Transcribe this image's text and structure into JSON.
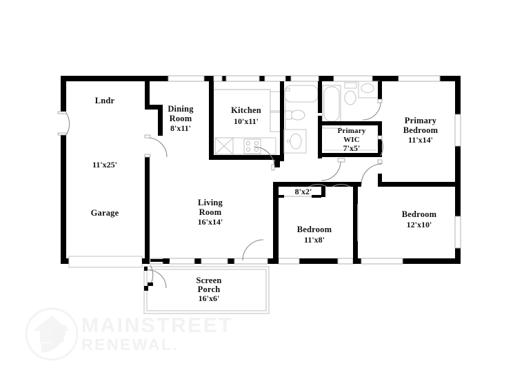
{
  "document": {
    "type": "floor-plan",
    "title": "Residential Floor Plan",
    "background_color": "#ffffff",
    "wall_color": "#000000",
    "fixture_line_color": "#b5b5b5",
    "label_color": "#111111"
  },
  "rooms": [
    {
      "id": "garage",
      "name": "Garage",
      "dimensions": "11'x25'",
      "secondary_label": "Lndr"
    },
    {
      "id": "dining-room",
      "name": "Dining Room",
      "dimensions": "8'x11'"
    },
    {
      "id": "kitchen",
      "name": "Kitchen",
      "dimensions": "10'x11'"
    },
    {
      "id": "primary-wic",
      "name": "Primary WIC",
      "dimensions": "7'x5'"
    },
    {
      "id": "primary-bedroom",
      "name": "Primary Bedroom",
      "dimensions": "11'x14'"
    },
    {
      "id": "living-room",
      "name": "Living Room",
      "dimensions": "16'x14'"
    },
    {
      "id": "bedroom-2",
      "name": "Bedroom",
      "dimensions": "11'x8'"
    },
    {
      "id": "bedroom-3",
      "name": "Bedroom",
      "dimensions": "12'x10'"
    },
    {
      "id": "hall-closet",
      "name": "",
      "dimensions": "8'x2'"
    },
    {
      "id": "screen-porch",
      "name": "Screen Porch",
      "dimensions": "16'x6'"
    }
  ],
  "labels": {
    "garage_name": "Garage",
    "garage_dim": "11'x25'",
    "laundry_name": "Lndr",
    "dining_line1": "Dining",
    "dining_line2": "Room",
    "dining_dim": "8'x11'",
    "kitchen_name": "Kitchen",
    "kitchen_dim": "10'x11'",
    "primary_wic_line1": "Primary",
    "primary_wic_line2": "WIC",
    "primary_wic_dim": "7'x5'",
    "primary_bed_line1": "Primary",
    "primary_bed_line2": "Bedroom",
    "primary_bed_dim": "11'x14'",
    "living_line1": "Living",
    "living_line2": "Room",
    "living_dim": "16'x14'",
    "bedroom2_name": "Bedroom",
    "bedroom2_dim": "11'x8'",
    "bedroom3_name": "Bedroom",
    "bedroom3_dim": "12'x10'",
    "closet_dim": "8'x2'",
    "porch_line1": "Screen",
    "porch_line2": "Porch",
    "porch_dim": "16'x6'"
  },
  "watermark": {
    "line1": "MAINSTREET",
    "line2": "RENEWAL.",
    "logo_name": "mainstreet-renewal-logo",
    "color": "#f2f2f2"
  },
  "fixtures": [
    {
      "name": "kitchen-sink",
      "room": "kitchen"
    },
    {
      "name": "kitchen-range",
      "room": "kitchen"
    },
    {
      "name": "kitchen-counter",
      "room": "kitchen"
    },
    {
      "name": "refrigerator",
      "room": "kitchen"
    },
    {
      "name": "bathtub",
      "room": "hall-bath"
    },
    {
      "name": "toilet",
      "room": "hall-bath"
    },
    {
      "name": "vanity-sink",
      "room": "hall-bath"
    },
    {
      "name": "shower",
      "room": "primary-bath"
    },
    {
      "name": "toilet",
      "room": "primary-bath"
    },
    {
      "name": "vanity-sink",
      "room": "primary-bath"
    },
    {
      "name": "garage-door",
      "room": "garage"
    },
    {
      "name": "water-heater",
      "room": "garage"
    }
  ],
  "openings": {
    "windows_count": 13,
    "doors_count": 11,
    "garage_doors_count": 1
  }
}
